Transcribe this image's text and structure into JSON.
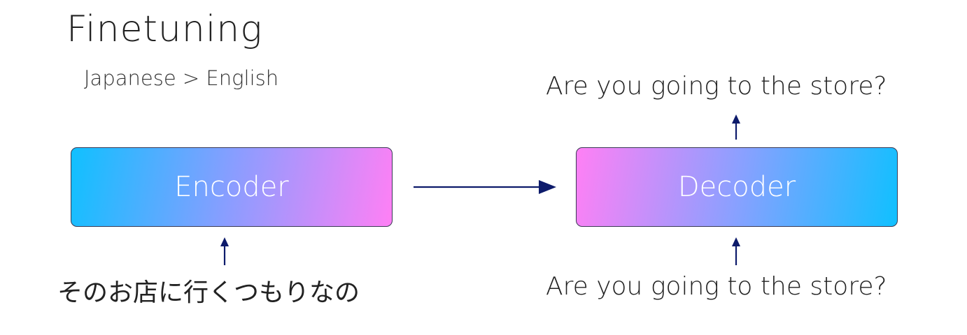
{
  "title": "Finetuning",
  "subtitle": "Japanese > English",
  "encoder": {
    "label": "Encoder",
    "input_text": "そのお店に行くつもりなの"
  },
  "decoder": {
    "label": "Decoder",
    "input_text": "Are you going to the store?",
    "output_text": "Are you going to the store?"
  },
  "colors": {
    "arrow": "#0d1b6b",
    "gradient_blue": "#10c0ff",
    "gradient_pink": "#ff80f5"
  }
}
